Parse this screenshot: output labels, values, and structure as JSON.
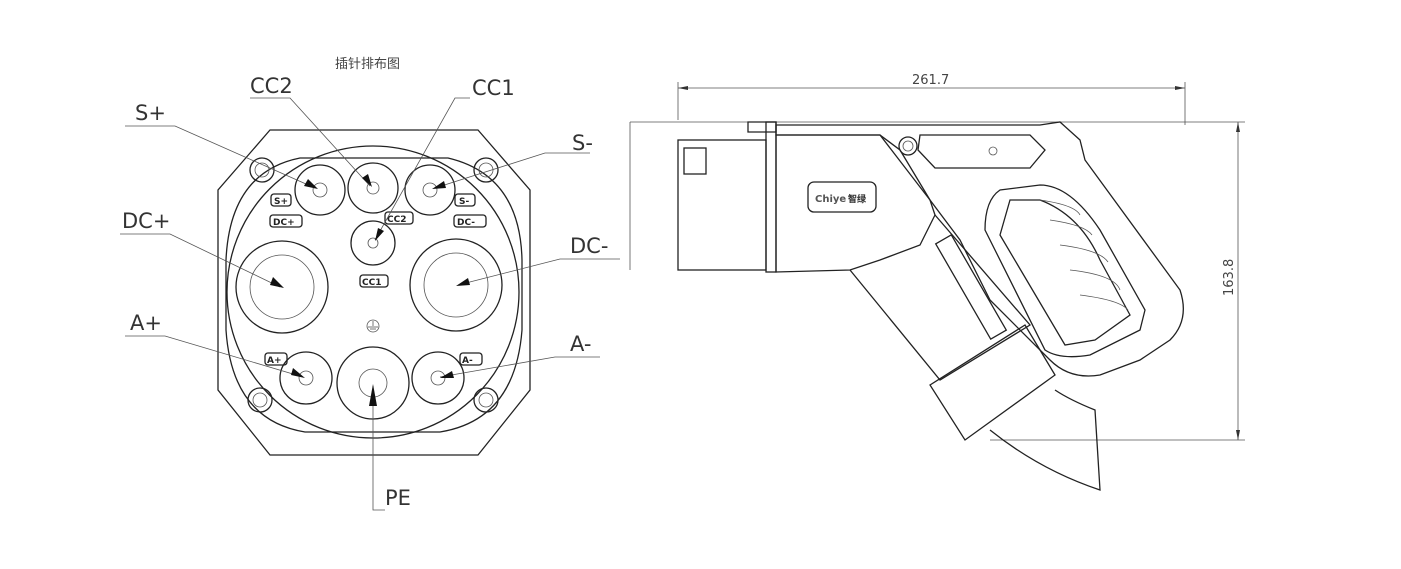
{
  "title": "插针排布图",
  "pin_labels": {
    "s_plus": "S+",
    "cc2": "CC2",
    "cc1": "CC1",
    "s_minus": "S-",
    "dc_plus": "DC+",
    "dc_minus": "DC-",
    "a_plus": "A+",
    "a_minus": "A-",
    "pe": "PE"
  },
  "pin_tags": {
    "s_plus": "S+",
    "s_minus": "S-",
    "dc_plus": "DC+",
    "dc_minus": "DC-",
    "cc2": "CC2",
    "cc1": "CC1",
    "a_plus": "A+",
    "a_minus": "A-"
  },
  "dimensions": {
    "length": "261.7",
    "height": "163.8"
  },
  "logo": {
    "brand": "Chiye",
    "chinese": "智绿"
  }
}
